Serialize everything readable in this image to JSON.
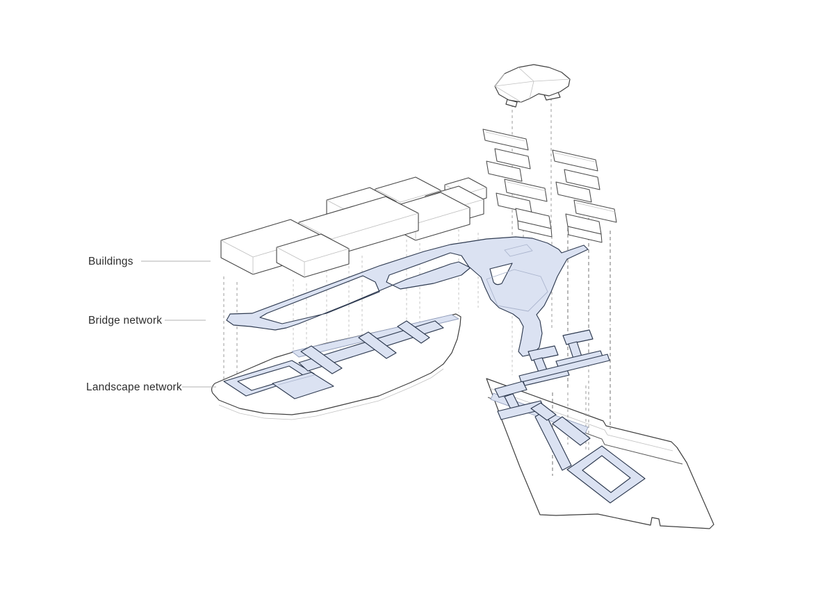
{
  "diagram": {
    "type": "exploded-axonometric-architecture-diagram",
    "labels": [
      {
        "id": "buildings",
        "text": "Buildings"
      },
      {
        "id": "bridge-network",
        "text": "Bridge network"
      },
      {
        "id": "landscape-network",
        "text": "Landscape network"
      }
    ],
    "layers_top_to_bottom": [
      "roof-mass",
      "terraced-slabs",
      "buildings",
      "bridge-network",
      "landscape-network",
      "site-plates"
    ],
    "colors": {
      "background": "#ffffff",
      "network_fill": "#dbe2f2",
      "network_stroke": "#2e3a50",
      "network_inner_line": "#a9b3cc",
      "outline_dark": "#3d3d3d",
      "outline_light": "#c0c0c0",
      "dash_dark": "#7d7d7d",
      "dash_mid": "#9b9b9b",
      "dash_light": "#c6c6c6",
      "label_text": "#2d2d2d",
      "leader_line": "#b0b0b0"
    }
  }
}
